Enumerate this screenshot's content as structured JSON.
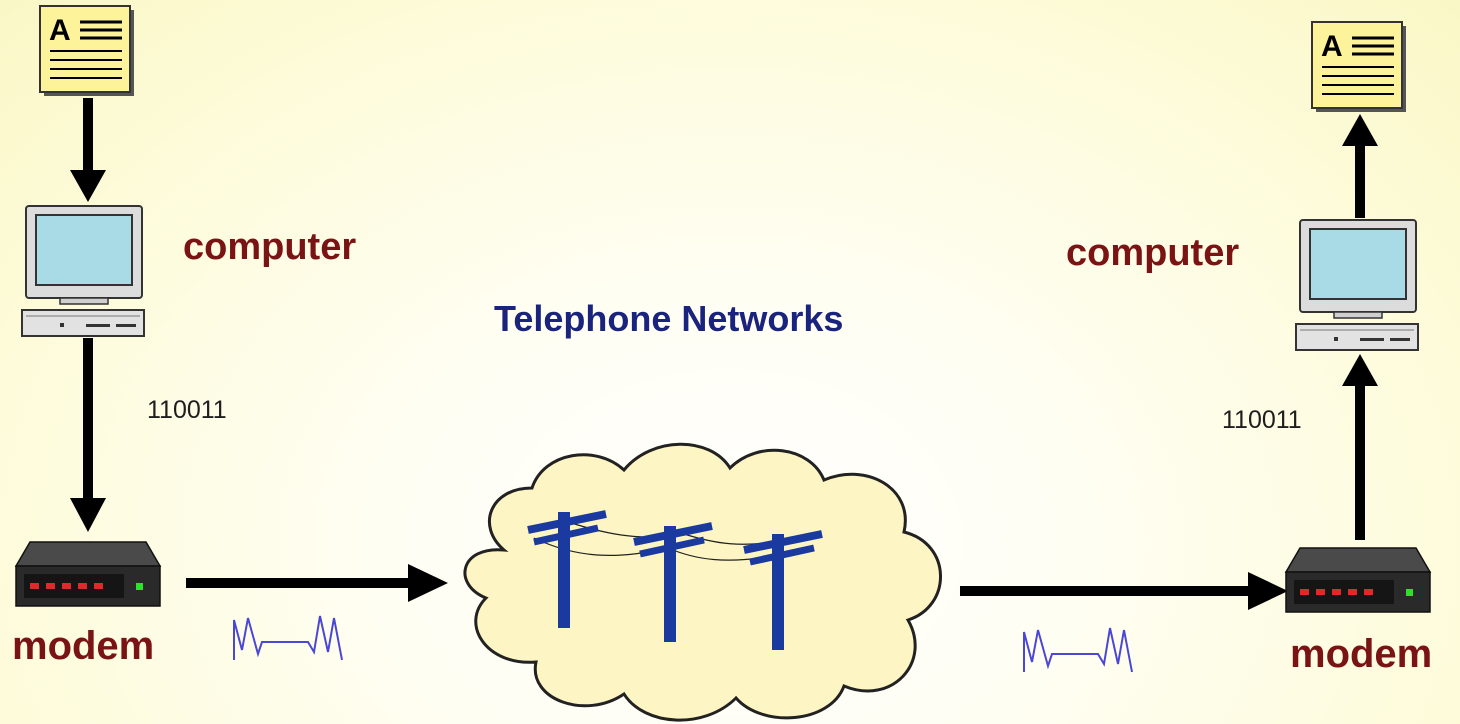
{
  "left": {
    "computer_label": "computer",
    "bits": "110011",
    "modem_label": "modem"
  },
  "right": {
    "computer_label": "computer",
    "bits": "110011",
    "modem_label": "modem"
  },
  "network": {
    "title": "Telephone Networks"
  },
  "document_glyph": "A",
  "colors": {
    "background": "#fdfbd8",
    "label_text": "#7a1414",
    "network_text": "#1a237e",
    "cloud_fill": "#fdf6c4",
    "pole": "#1a3aa0",
    "arrow": "#000000",
    "signal_wave": "#4a47d6"
  },
  "icons": [
    "document-icon",
    "computer-icon",
    "modem-icon",
    "cloud-icon",
    "telephone-pole-icon",
    "analog-signal-icon",
    "arrow-icon"
  ]
}
